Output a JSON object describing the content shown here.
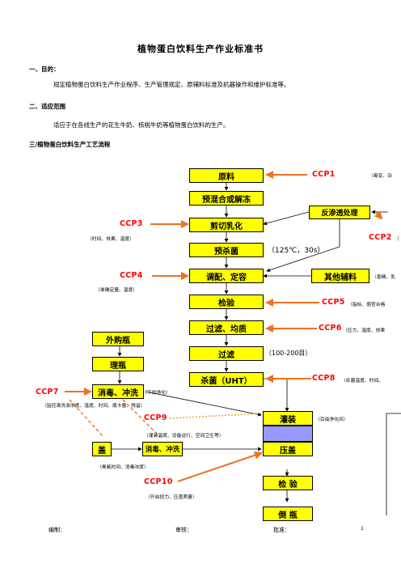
{
  "doc": {
    "title": "植物蛋白饮料生产作业标准书",
    "s1_heading": "一、目的：",
    "s1_body": "规定植物蛋白饮料生产作业程序、生产管理规定、原辅料标准及机器操作和维护标准等。",
    "s2_heading": "二、适应范围",
    "s2_body": "适应于在各线生产的花生牛奶、核桃牛奶等植物蛋白饮料的生产。",
    "s3_heading": "三/植物蛋白饮料生产工艺流程"
  },
  "flow": {
    "steps": {
      "raw": "原料",
      "premix": "预混合或解冻",
      "shear": "剪切乳化",
      "pre_sterilize": "预杀菌",
      "blend": "调配、定容",
      "inspect1": "检验",
      "filter_homo": "过滤、均质",
      "filter": "过滤",
      "sterilize": "杀菌（UHT）",
      "fill": "灌装",
      "cap": "压盖",
      "inspect2": "检  验",
      "invert": "倒  瓶"
    },
    "side": {
      "ro": "反渗透处理",
      "other": "其他辅料",
      "bought_bottle": "外购瓶",
      "sort_bottle": "理瓶",
      "disinfect": "消毒、冲洗",
      "lid": "盖",
      "lid_wash": "消毒、冲洗"
    },
    "mid_labels": {
      "pre_ster": "（125℃，30s）",
      "filter_mesh": "（100-200目）"
    },
    "ccp": {
      "c1": "CCP1",
      "c2": "CCP2",
      "c3": "CCP3",
      "c4": "CCP4",
      "c5": "CCP5",
      "c6": "CCP6",
      "c7": "CCP7",
      "c8": "CCP8",
      "c9": "CCP9",
      "c10": "CCP10"
    },
    "notes": {
      "n1": "（霉变、杂",
      "n2": "（",
      "n3": "（时间、效果、温度）",
      "n4": "（准确定量、温度）",
      "n_other": "（香精、乳",
      "n5": "（指标、感官合格",
      "n6": "（压力、温度、效果",
      "n8": "（杀菌温度、时间、",
      "n_disinfect": "（干烘净化）",
      "n7": "（监控清洗液浓度、温度、时间、瓶卡量、残留）",
      "n9": "（灌装温度、设备运行、空间卫生等）",
      "n_fill": "（百级净化间）",
      "n_lid": "（臭氧时间、消毒浓度）",
      "n10": "（开启扭力、压盖质量）"
    }
  },
  "footer": {
    "editor": "编制：",
    "reviewer": "审核：",
    "approver": "批准：",
    "page": "1"
  },
  "colors": {
    "box_fill": "#ffff00",
    "ccp_text": "#ff0000",
    "arrow_orange": "#f07020",
    "fill_band": "#9999ff"
  }
}
